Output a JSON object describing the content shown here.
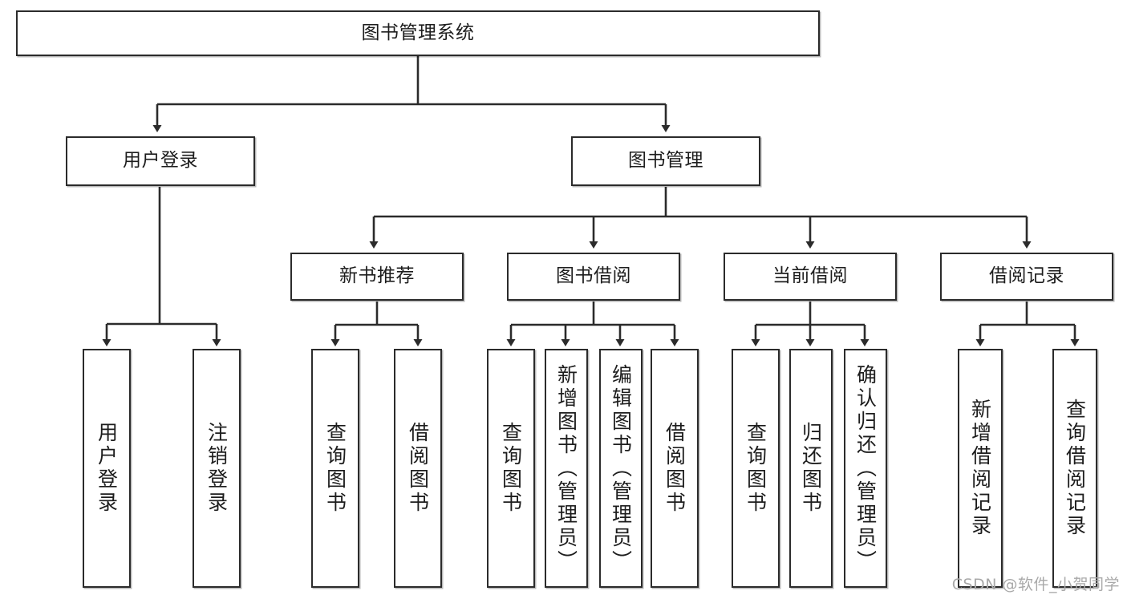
{
  "diagram": {
    "title": "图书管理系统",
    "type": "tree-hierarchy-chart",
    "watermark": "CSDN @软件_小贺同学",
    "colors": {
      "border": "#2b2b2b",
      "fill": "#ffffff",
      "text": "#1d1d1d",
      "connector": "#2b2b2b",
      "watermark": "#a9a9a9"
    },
    "nodes": {
      "root": {
        "label": "图书管理系统"
      },
      "level2": [
        {
          "id": "user-login",
          "label": "用户登录"
        },
        {
          "id": "book-management",
          "label": "图书管理"
        }
      ],
      "level3": [
        {
          "id": "new-book-recommend",
          "label": "新书推荐"
        },
        {
          "id": "book-borrow",
          "label": "图书借阅"
        },
        {
          "id": "current-borrow",
          "label": "当前借阅"
        },
        {
          "id": "borrow-record",
          "label": "借阅记录"
        }
      ],
      "leaves": {
        "user_login": [
          {
            "id": "leaf-user-login",
            "label": "用户登录"
          },
          {
            "id": "leaf-logout-login",
            "label": "注销登录"
          }
        ],
        "new_book_recommend": [
          {
            "id": "leaf-query-book-1",
            "label": "查询图书"
          },
          {
            "id": "leaf-borrow-book-1",
            "label": "借阅图书"
          }
        ],
        "book_borrow": [
          {
            "id": "leaf-query-book-2",
            "label": "查询图书"
          },
          {
            "id": "leaf-add-book",
            "label": "新增图书（管理员）"
          },
          {
            "id": "leaf-edit-book",
            "label": "编辑图书（管理员）"
          },
          {
            "id": "leaf-borrow-book-2",
            "label": "借阅图书"
          }
        ],
        "current_borrow": [
          {
            "id": "leaf-query-book-3",
            "label": "查询图书"
          },
          {
            "id": "leaf-return-book",
            "label": "归还图书"
          },
          {
            "id": "leaf-confirm-return",
            "label": "确认归还（管理员）"
          }
        ],
        "borrow_record": [
          {
            "id": "leaf-add-record",
            "label": "新增借阅记录"
          },
          {
            "id": "leaf-query-record",
            "label": "查询借阅记录"
          }
        ]
      }
    }
  }
}
